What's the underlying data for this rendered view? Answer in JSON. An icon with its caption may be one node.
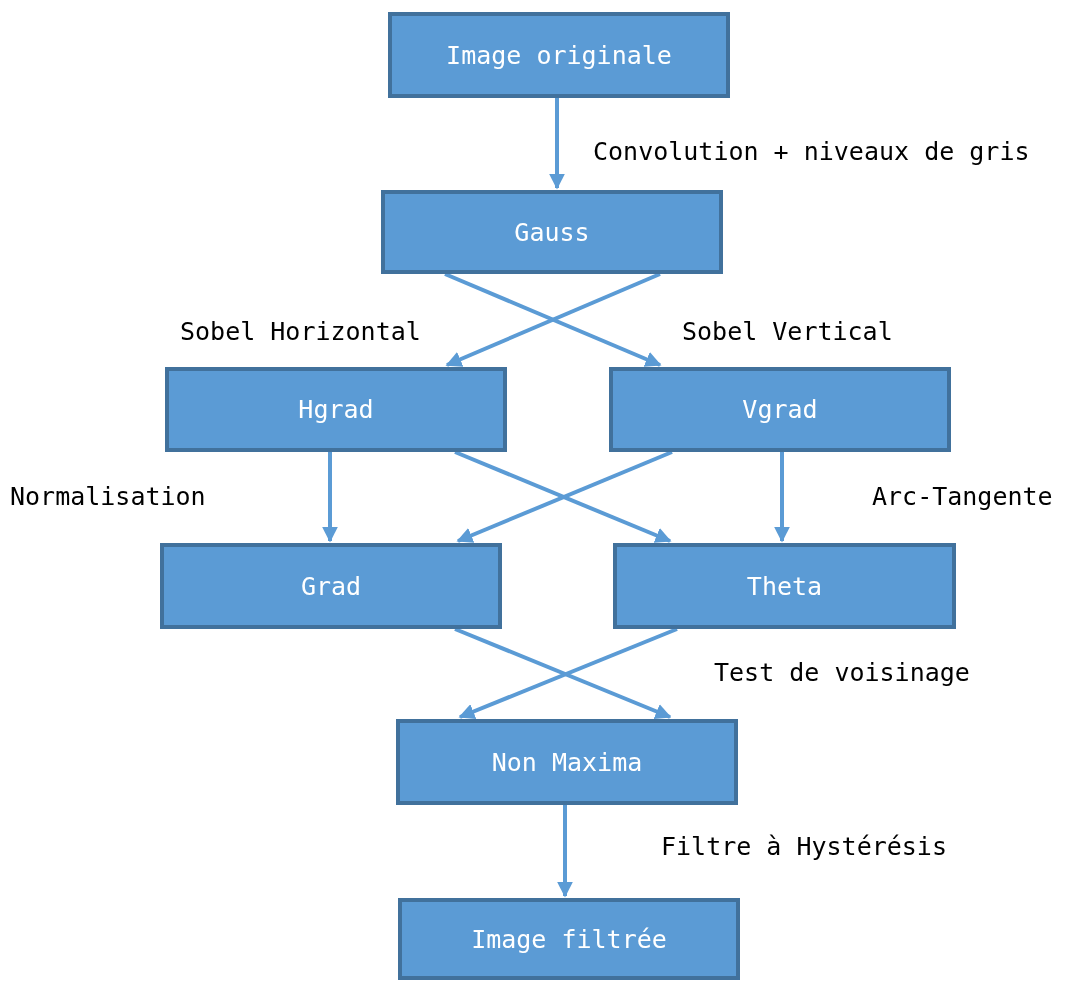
{
  "diagram": {
    "nodes": [
      {
        "text": [
          "Image originale"
        ]
      },
      {
        "text": [
          "Gauss"
        ]
      },
      {
        "text": [
          "Hgrad"
        ]
      },
      {
        "text": [
          "Vgrad"
        ]
      },
      {
        "text": [
          "Grad"
        ]
      },
      {
        "text": [
          "Theta"
        ]
      },
      {
        "text": [
          "Non Maxima"
        ]
      },
      {
        "text": [
          "Image filtrée"
        ]
      }
    ],
    "edges": [
      {
        "from": 0,
        "to": 1,
        "arrow": "to"
      },
      {
        "from": 1,
        "to": 2,
        "arrow": "to"
      },
      {
        "from": 1,
        "to": 3,
        "arrow": "to"
      },
      {
        "from": 2,
        "to": 4,
        "arrow": "to"
      },
      {
        "from": 2,
        "to": 5,
        "arrow": "to"
      },
      {
        "from": 3,
        "to": 4,
        "arrow": "to"
      },
      {
        "from": 3,
        "to": 5,
        "arrow": "to"
      },
      {
        "from": 4,
        "to": 6,
        "arrow": "to"
      },
      {
        "from": 5,
        "to": 6,
        "arrow": "to"
      },
      {
        "from": 6,
        "to": 7,
        "arrow": "to"
      }
    ],
    "labels": [
      "Convolution + niveaux de gris",
      "Sobel Horizontal",
      "Sobel Vertical",
      "Normalisation",
      "Arc-Tangente",
      "Test de voisinage",
      "Filtre à Hystérésis"
    ]
  }
}
